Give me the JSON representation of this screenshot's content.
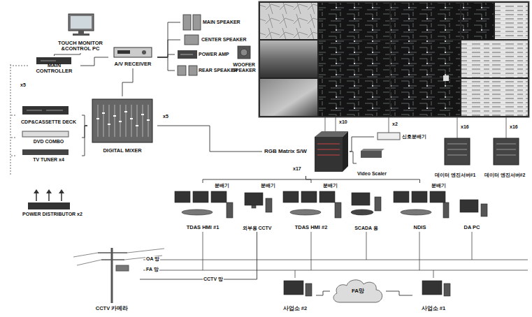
{
  "diagram": {
    "nodes": [
      {
        "text": [
          "TOUCH MONITOR &CONTROL PC"
        ]
      },
      {
        "text": [
          "MAIN CONTROLLER"
        ]
      },
      {
        "text": [
          "A/V RECEIVER"
        ]
      },
      {
        "text": [
          "MAIN SPEAKER"
        ]
      },
      {
        "text": [
          "CENTER SPEAKER"
        ]
      },
      {
        "text": [
          "POWER AMP"
        ]
      },
      {
        "text": [
          "WOOFER SPEAKER"
        ]
      },
      {
        "text": [
          "REAR SPEAKER"
        ]
      },
      {
        "text": [
          "CDP&CASSETTE DECK"
        ]
      },
      {
        "text": [
          "DIGITAL MIXER"
        ]
      },
      {
        "text": [
          "DVD COMBO"
        ]
      },
      {
        "text": [
          "TV TUNER x4"
        ]
      },
      {
        "text": [
          "POWER DISTRIBUTOR x2"
        ]
      },
      {
        "text": [
          "RGB Matrix S/W"
        ]
      },
      {
        "text": [
          "Video Scaler"
        ]
      },
      {
        "text": [
          "신호분배기"
        ]
      },
      {
        "text": [
          "데이터 엔진서버#1"
        ]
      },
      {
        "text": [
          "데이터 엔진서버#2"
        ]
      },
      {
        "text": [
          "TDAS HMI #1"
        ]
      },
      {
        "text": [
          "외부용 CCTV"
        ]
      },
      {
        "text": [
          "TDAS HMI #2"
        ]
      },
      {
        "text": [
          "SCADA 용"
        ]
      },
      {
        "text": [
          "NDIS"
        ]
      },
      {
        "text": [
          "DA PC"
        ]
      },
      {
        "text": [
          "CCTV 카메라"
        ]
      },
      {
        "text": [
          "사업소 #2"
        ]
      },
      {
        "text": [
          "FA망"
        ]
      },
      {
        "text": [
          "사업소 #1"
        ]
      }
    ],
    "edges": [
      {
        "from": 0,
        "to": 1,
        "arrow": "none"
      },
      {
        "from": 1,
        "to": 2,
        "arrow": "none"
      },
      {
        "from": 2,
        "to": 3,
        "arrow": "none"
      },
      {
        "from": 2,
        "to": 4,
        "arrow": "none"
      },
      {
        "from": 2,
        "to": 5,
        "arrow": "none"
      },
      {
        "from": 2,
        "to": 7,
        "arrow": "none"
      },
      {
        "from": 9,
        "to": 2,
        "arrow": "none"
      },
      {
        "from": 8,
        "to": 9,
        "arrow": "none"
      },
      {
        "from": 10,
        "to": 9,
        "arrow": "none"
      },
      {
        "from": 11,
        "to": 9,
        "arrow": "none"
      },
      {
        "from": 9,
        "to": 13,
        "arrow": "none"
      },
      {
        "from": 13,
        "to": 14,
        "arrow": "none"
      },
      {
        "from": 13,
        "to": 15,
        "arrow": "none"
      },
      {
        "from": 18,
        "to": 13,
        "arrow": "none"
      },
      {
        "from": 20,
        "to": 13,
        "arrow": "none"
      },
      {
        "from": 22,
        "to": 13,
        "arrow": "none"
      },
      {
        "from": 19,
        "to": 24,
        "arrow": "none"
      },
      {
        "from": 25,
        "to": 26,
        "arrow": "none"
      },
      {
        "from": 26,
        "to": 27,
        "arrow": "none"
      }
    ],
    "labels": [
      "x5",
      "x5",
      "x10",
      "x2",
      "x16",
      "x16",
      "x17",
      "분배기",
      "분배기",
      "분배기",
      "분배기",
      "OA 망",
      "FA 망",
      "CCTV 망"
    ]
  }
}
